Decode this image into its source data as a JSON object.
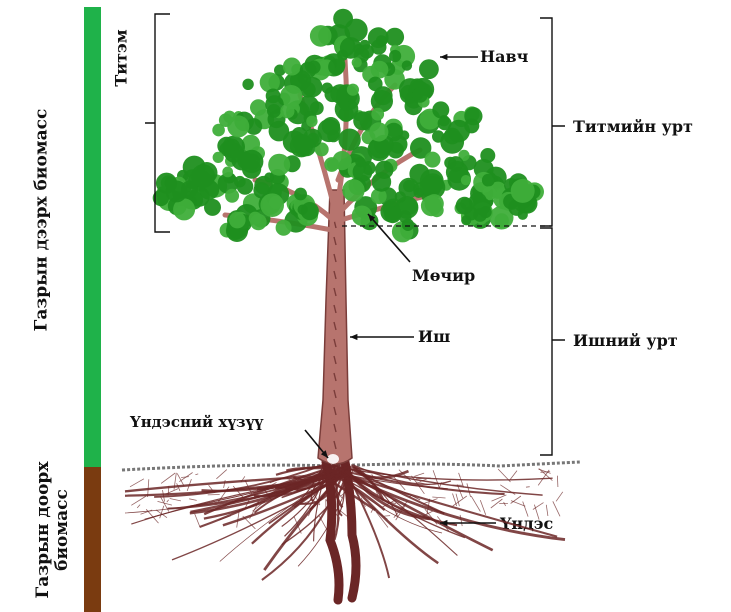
{
  "labels": {
    "above_ground_biomass": "Газрын дээрх биомасс",
    "below_ground_biomass": "Газрын доорх биомасс",
    "crown": "Титэм",
    "leaf": "Навч",
    "crown_length": "Титмийн урт",
    "branch": "Мөчир",
    "trunk": "Иш",
    "trunk_length": "Ишний урт",
    "root_collar": "Үндэсний хүзүү",
    "root": "Үндэс"
  },
  "colors": {
    "above_ground_bar": "#1fb24a",
    "below_ground_bar": "#7a3b10",
    "foliage": "#1f8f1f",
    "foliage_light": "#3fae3a",
    "trunk": "#b7746e",
    "trunk_dark": "#7a3d3a",
    "root": "#6b2626",
    "ink": "#111111"
  }
}
